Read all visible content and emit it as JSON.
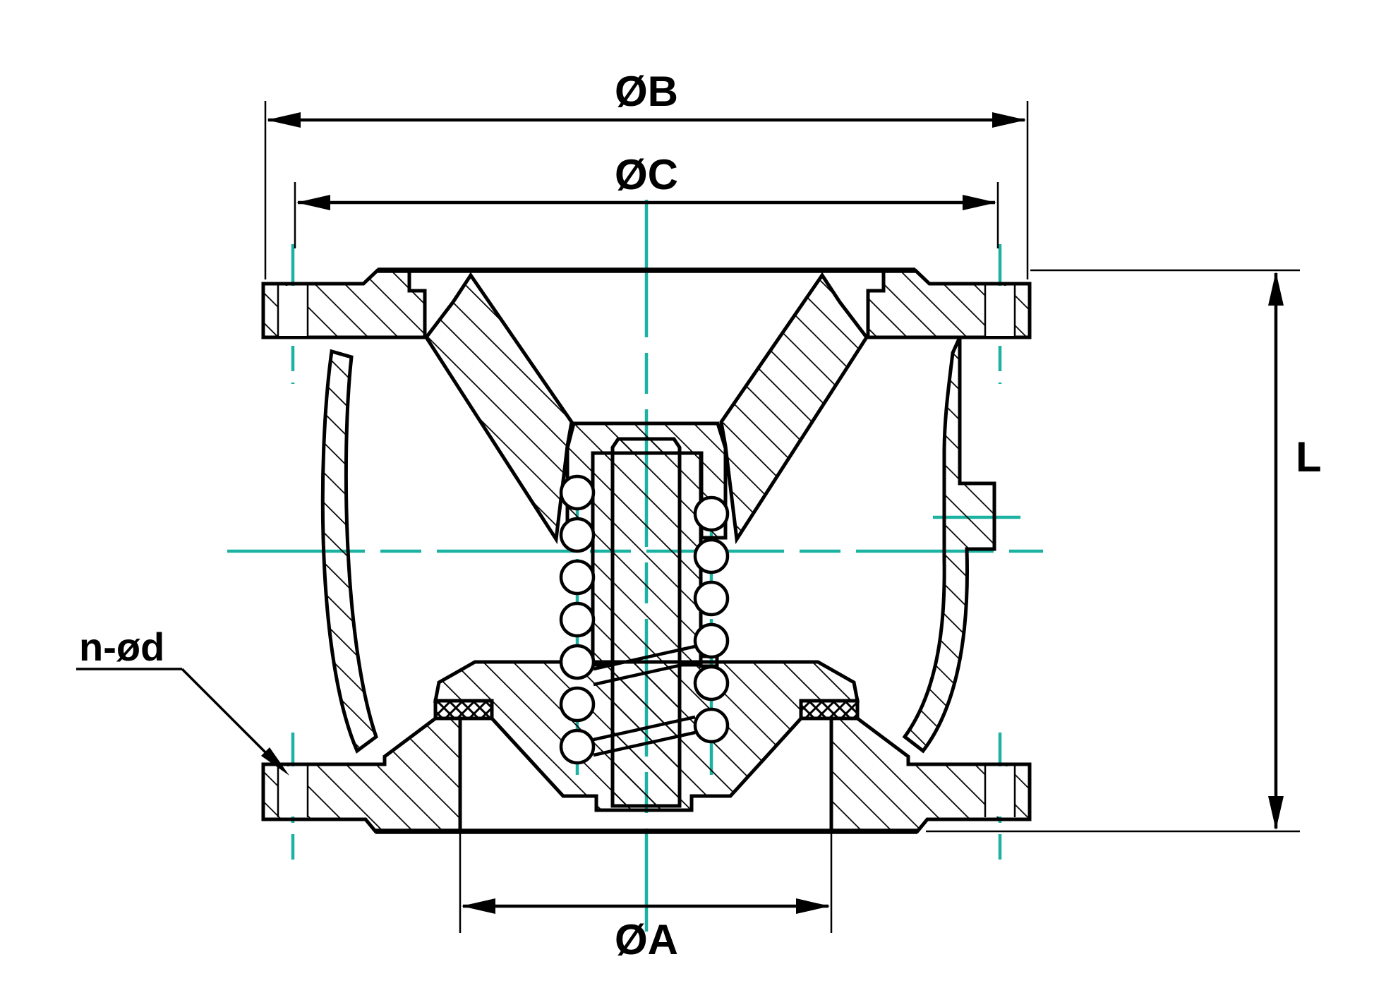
{
  "drawing": {
    "type": "valve-cross-section-technical-drawing",
    "dimensions": {
      "outer_flange_diameter": {
        "label": "ØB"
      },
      "bolt_circle_diameter": {
        "label": "ØC"
      },
      "bore_diameter": {
        "label": "ØA"
      },
      "face_to_face_length": {
        "label": "L"
      },
      "bolt_holes_callout": {
        "label": "n-ød"
      }
    },
    "colors": {
      "line": "#000000",
      "centerline": "#1cb2a2",
      "background": "#ffffff"
    }
  }
}
